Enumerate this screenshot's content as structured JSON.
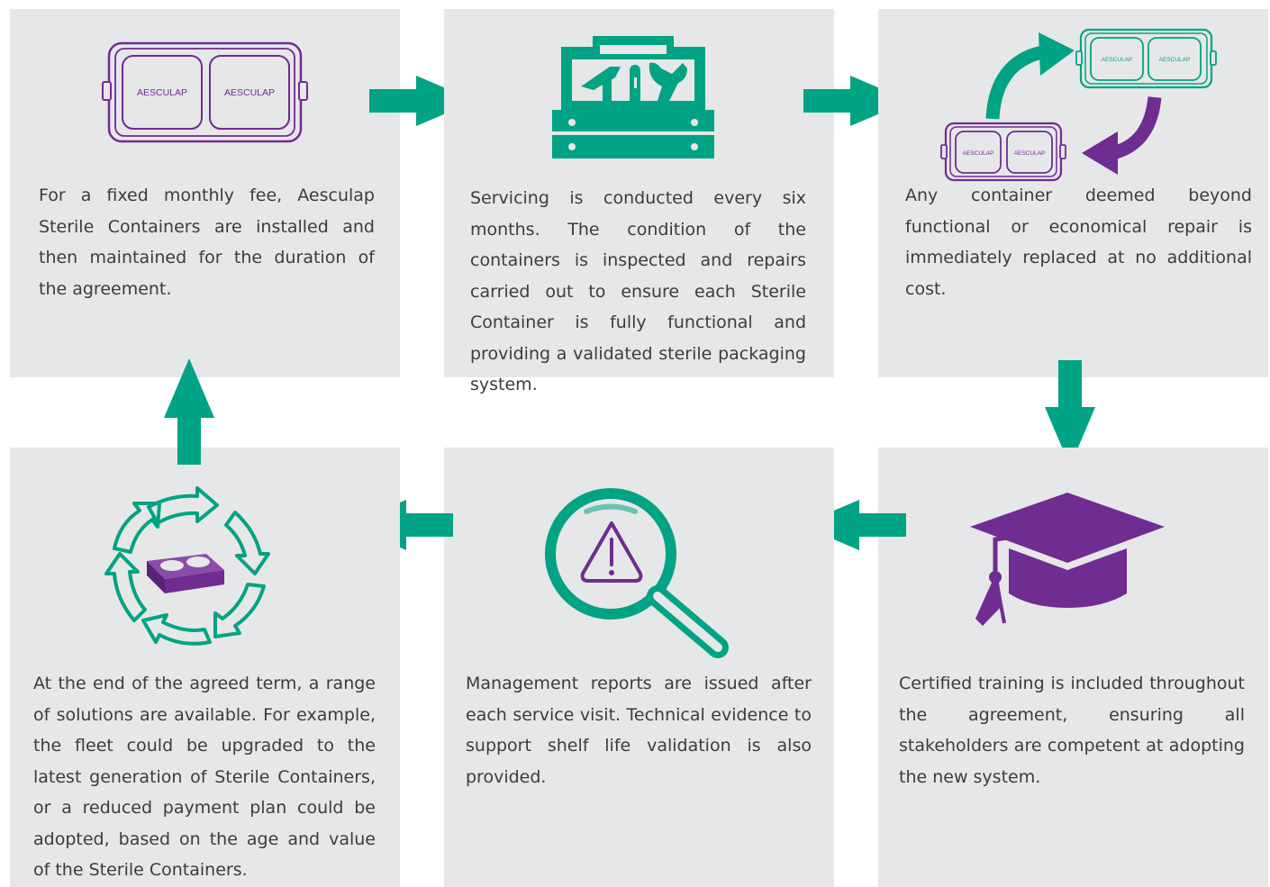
{
  "colors": {
    "panel_background": "#e6e7e8",
    "teal": "#00a383",
    "purple": "#6f2c91",
    "text": "#3c3c3c"
  },
  "steps": [
    {
      "icon": "sterile-container-icon",
      "container_labels": [
        "AESCULAP",
        "AESCULAP"
      ],
      "text": "For a fixed monthly fee, Aesculap Sterile Containers are installed and then maintained for the duration of the agreement."
    },
    {
      "icon": "toolbox-icon",
      "text": "Servicing is conducted every six months. The condition of the containers is inspected and repairs carried out to ensure each Sterile Container is fully functional and providing a validated sterile packaging system."
    },
    {
      "icon": "container-replacement-icon",
      "container_labels": [
        "AESCULAP",
        "AESCULAP",
        "AESCULAP",
        "AESCULAP"
      ],
      "text": "Any container deemed beyond functional or economical repair is immediately replaced at no additional cost."
    },
    {
      "icon": "graduation-cap-icon",
      "text": "Certified training is included throughout the agreement, ensuring all stakeholders are competent at adopting the new system."
    },
    {
      "icon": "magnifier-warning-icon",
      "text": "Management reports are issued after each service visit. Technical evidence to support shelf life validation is also provided."
    },
    {
      "icon": "renewal-cycle-icon",
      "text": "At the end of the agreed term, a range of solutions are available. For example, the fleet could be upgraded to the latest generation of Sterile Containers, or a reduced payment plan could be adopted, based on the age and value of the Sterile Containers."
    }
  ]
}
